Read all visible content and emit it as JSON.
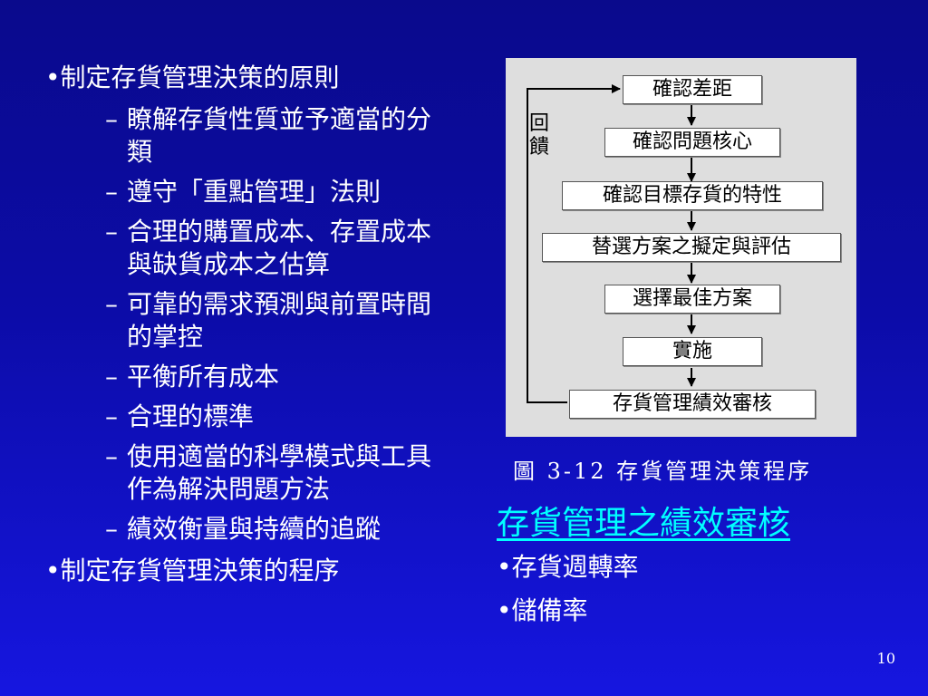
{
  "left_list": {
    "bullet1": "•制定存貨管理決策的原則",
    "dash": "–",
    "sub_items": [
      "瞭解存貨性質並予適當的分類",
      "遵守「重點管理」法則",
      "合理的購置成本、存置成本與缺貨成本之估算",
      "可靠的需求預測與前置時間的掌控",
      "平衡所有成本",
      "合理的標準",
      "使用適當的科學模式與工具作為解決問題方法",
      "績效衡量與持續的追蹤"
    ],
    "bullet2": "•制定存貨管理決策的程序"
  },
  "flowchart": {
    "steps": [
      "確認差距",
      "確認問題核心",
      "確認目標存貨的特性",
      "替選方案之擬定與評估",
      "選擇最佳方案",
      "實施",
      "存貨管理績效審核"
    ],
    "feedback_label": "回饋",
    "caption": "圖 3-12  存貨管理決策程序"
  },
  "right_panel": {
    "heading": "存貨管理之績效審核",
    "bullets": [
      "•存貨週轉率",
      "•儲備率"
    ]
  },
  "page_number": "10",
  "colors": {
    "background": "#0c0ca8",
    "text": "#ffffff",
    "heading": "#00ffff",
    "figure_bg": "#dedede"
  }
}
